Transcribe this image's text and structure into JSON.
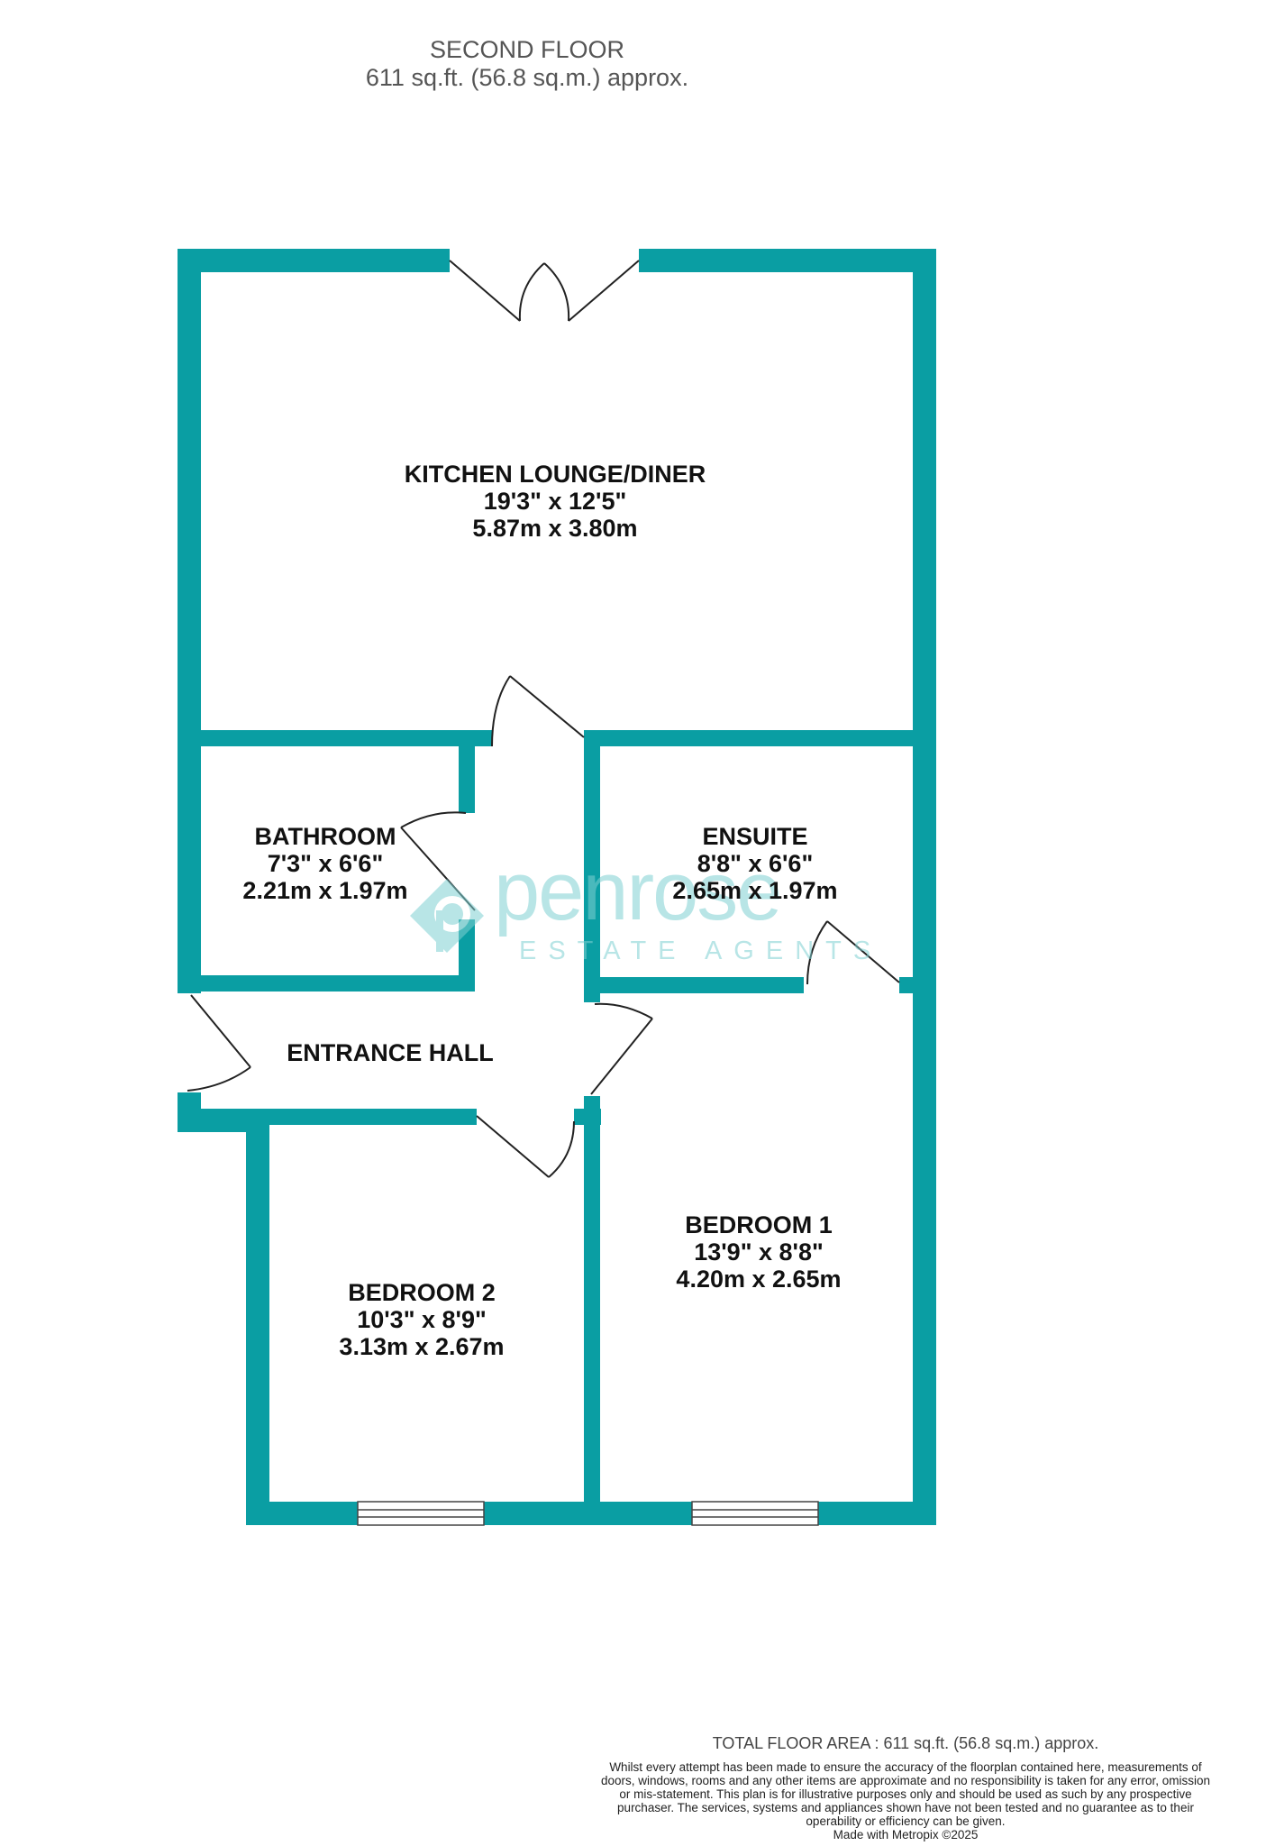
{
  "header": {
    "floor": "SECOND FLOOR",
    "area": "611 sq.ft. (56.8 sq.m.) approx."
  },
  "rooms": {
    "kitchen": {
      "name": "KITCHEN LOUNGE/DINER",
      "imperial": "19'3\"  x 12'5\"",
      "metric": "5.87m  x 3.80m"
    },
    "bathroom": {
      "name": "BATHROOM",
      "imperial": "7'3\"  x 6'6\"",
      "metric": "2.21m  x 1.97m"
    },
    "ensuite": {
      "name": "ENSUITE",
      "imperial": "8'8\"  x 6'6\"",
      "metric": "2.65m  x 1.97m"
    },
    "hall": {
      "name": "ENTRANCE HALL"
    },
    "bedroom1": {
      "name": "BEDROOM 1",
      "imperial": "13'9\"  x 8'8\"",
      "metric": "4.20m  x 2.65m"
    },
    "bedroom2": {
      "name": "BEDROOM 2",
      "imperial": "10'3\"  x 8'9\"",
      "metric": "3.13m  x 2.67m"
    }
  },
  "watermark": {
    "brand": "penrose",
    "tagline": "ESTATE AGENTS"
  },
  "footer": {
    "total": "TOTAL FLOOR AREA : 611 sq.ft. (56.8 sq.m.) approx.",
    "disclaimer": "Whilst every attempt has been made to ensure the accuracy of the floorplan contained here, measurements of doors, windows, rooms and any other items are approximate and no responsibility is taken for any error, omission or mis-statement. This plan is for illustrative purposes only and should be used as such by any prospective purchaser. The services, systems and appliances shown have not been tested and no guarantee as to their operability or efficiency can be given.",
    "credit": "Made with Metropix ©2025"
  },
  "colors": {
    "wall": "#0a9ea3",
    "door": "#222222",
    "watermark": "#7fd0d2"
  }
}
